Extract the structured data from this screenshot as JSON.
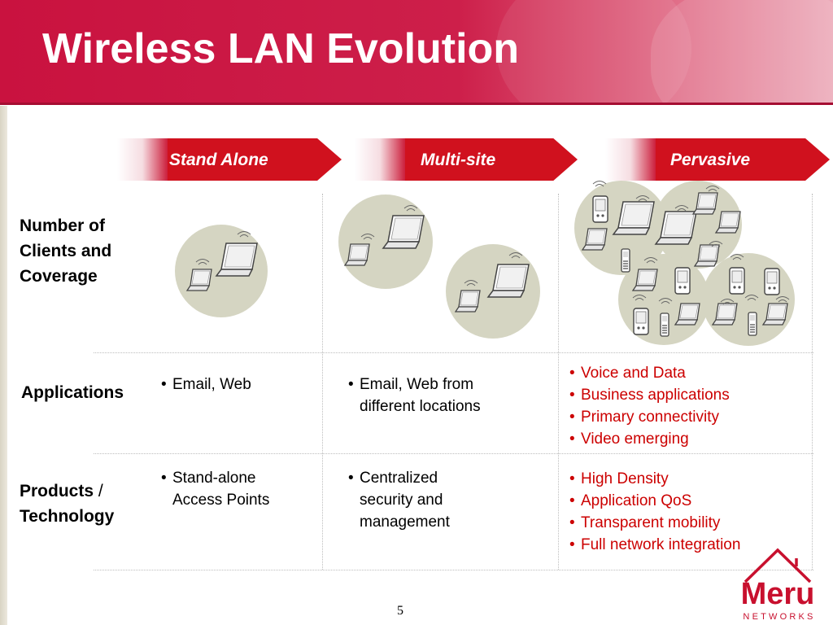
{
  "slide": {
    "title": "Wireless LAN Evolution",
    "page_number": "5"
  },
  "stages": [
    {
      "label": "Stand Alone"
    },
    {
      "label": "Multi-site"
    },
    {
      "label": "Pervasive"
    }
  ],
  "rows": {
    "coverage": {
      "label_lines": [
        "Number of",
        "Clients and",
        "Coverage"
      ]
    },
    "applications": {
      "label": "Applications"
    },
    "products": {
      "label_part1": "Products",
      "label_sep": "/",
      "label_part2": "Technology"
    }
  },
  "columns": {
    "stand_alone": {
      "applications": [
        "Email, Web"
      ],
      "products": [
        "Stand-alone",
        "Access Points"
      ]
    },
    "multi_site": {
      "applications": [
        "Email, Web from",
        "different locations"
      ],
      "products": [
        "Centralized",
        "security and",
        "management"
      ]
    },
    "pervasive": {
      "applications": [
        "Voice and Data",
        "Business applications",
        "Primary connectivity",
        "Video emerging"
      ],
      "products": [
        "High Density",
        "Application QoS",
        "Transparent mobility",
        "Full network integration"
      ]
    }
  },
  "bullet_char": "•",
  "logo": {
    "name": "Meru",
    "sub": "NETWORKS"
  },
  "colors": {
    "header": "#c9123f",
    "arrow": "#d0111e",
    "pervasive_text": "#cc0000",
    "coverage_circle": "#d5d5c2"
  }
}
